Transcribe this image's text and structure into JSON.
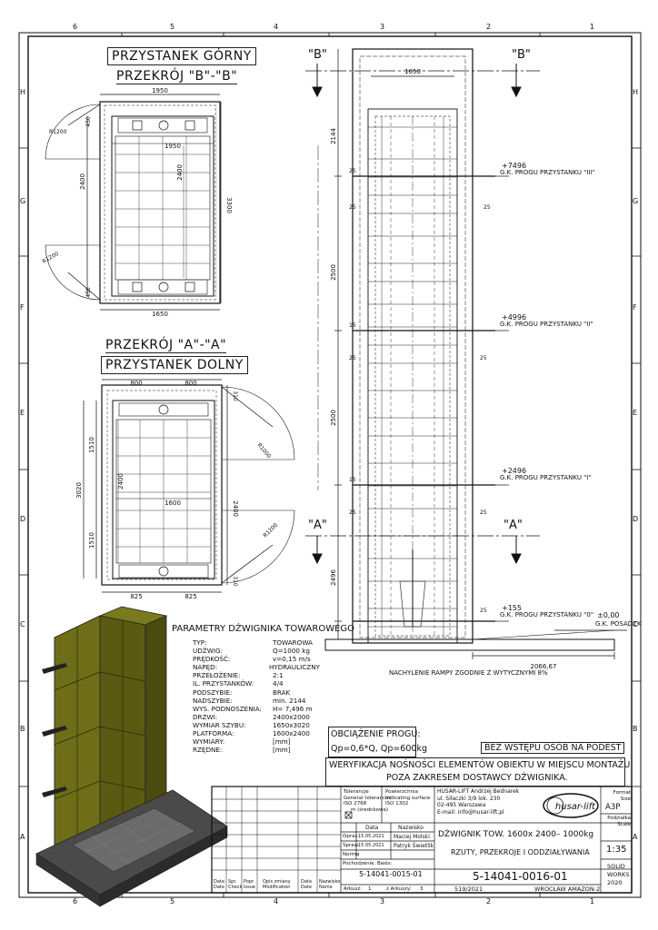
{
  "frame": {
    "cols_top": [
      "6",
      "5",
      "4",
      "3",
      "2",
      "1"
    ],
    "cols_bottom": [
      "6",
      "5",
      "4",
      "3",
      "2",
      "1"
    ],
    "rows": [
      "H",
      "G",
      "F",
      "E",
      "D",
      "C",
      "B",
      "A"
    ]
  },
  "views": {
    "top_stop_title": "PRZYSTANEK GÓRNY",
    "section_bb_title": "PRZEKRÓJ \"B\"-\"B\"",
    "section_aa_title": "PRZEKRÓJ \"A\"-\"A\"",
    "bottom_stop_title": "PRZYSTANEK DOLNY",
    "section_b_marker": "\"B\"",
    "section_a_marker": "\"A\""
  },
  "dims_top": {
    "width_outer": "1950",
    "width_inner": "1950",
    "height_main": "2400",
    "height_inner": "2400",
    "shaft_height": "3300",
    "top_gap": "450",
    "bottom_gap": "450",
    "platform_width": "1650",
    "radius1": "R1200",
    "radius2": "R1200"
  },
  "dims_bottom": {
    "half_left": "800",
    "half_right": "800",
    "top_gap": "310",
    "bottom_gap": "310",
    "left_upper": "1510",
    "left_lower": "1510",
    "total": "3020",
    "inner_height": "2400",
    "right_height": "2400",
    "platform_width": "1600",
    "bottom_left": "825",
    "bottom_right": "825",
    "radius1": "R1000",
    "radius2": "R1200"
  },
  "elevation": {
    "shaft_width": "1650",
    "overhead": "2144",
    "floor_spacing_1": "2500",
    "floor_spacing_2": "2500",
    "pit": "2496",
    "gap": "25",
    "gap_small": "15",
    "ramp_length": "2066,67",
    "ramp_note": "NACHYLENIE RAMPY ZGODNIE Z WYTYCZNYMI 8%",
    "levels": [
      {
        "elev": "+7496",
        "label": "G.K. PROGU PRZYSTANKU \"III\""
      },
      {
        "elev": "+4996",
        "label": "G.K. PROGU PRZYSTANKU \"II\""
      },
      {
        "elev": "+2496",
        "label": "G.K. PROGU PRZYSTANKU \"I\""
      },
      {
        "elev": "+155",
        "label": "G.K. PROGU PRZYSTANKU \"0\""
      }
    ],
    "floor_elev": "±0,00",
    "floor_label": "G.K. POSADZK"
  },
  "parameters": {
    "title": "PARAMETRY DŹWIGNIKA TOWAROWEGO",
    "rows": [
      {
        "k": "TYP:",
        "v": "TOWAROWA"
      },
      {
        "k": "UDŹWIG:",
        "v": "Q=1000 kg"
      },
      {
        "k": "PRĘDKOŚĆ:",
        "v": "v=0,15 m/s"
      },
      {
        "k": "NAPĘD:",
        "v": "HYDRAULICZNY"
      },
      {
        "k": "PRZEŁOŻENIE:",
        "v": "2:1"
      },
      {
        "k": "IL. PRZYSTANKÓW:",
        "v": "4/4"
      },
      {
        "k": "PODSZYBIE:",
        "v": "BRAK"
      },
      {
        "k": "NADSZYBIE:",
        "v": "min. 2144"
      },
      {
        "k": "WYS. PODNOSZENIA:",
        "v": "H= 7,496 m"
      },
      {
        "k": "DRZWI:",
        "v": "2400x2000"
      },
      {
        "k": "WYMIAR SZYBU:",
        "v": "1650x3020"
      },
      {
        "k": "PLATFORMA:",
        "v": "1600x2400"
      },
      {
        "k": "WYMIARY:",
        "v": "[mm]"
      },
      {
        "k": "RZĘDNE:",
        "v": "[mm]"
      }
    ]
  },
  "notes": {
    "load_title": "OBCIĄŻENIE PROGU:",
    "load_value": "Qp=0,6*Q, Qp=600kg",
    "no_persons": "BEZ WSTĘPU OSÓB NA PODEST",
    "verification_1": "WERYFIKACJA NOŚNOŚCI ELEMENTÓW OBIEKTU W MIEJSCU MONTAŻU",
    "verification_2": "POZA ZAKRESEM DOSTAWCY DŹWIGNIKA."
  },
  "title_block": {
    "tolerance_label": "Tolerancje",
    "tolerance_en": "General tolerances",
    "tolerance_iso": "ISO 2768",
    "tolerance_class": "m (średnkowa)",
    "surface_label": "Powierzchnia",
    "surface_en": "Indicating surface",
    "surface_iso": "ISO 1302",
    "company": "HUSAR-LIFT Andrzej Bednarek",
    "street": "ul. Siłaczki 3/9 lok. 230",
    "city": "02-495 Warszawa",
    "email": "E-mail: info@husar-lift.pl",
    "logo": "husar-lift",
    "col_data": "Data",
    "col_name": "Nazwisko",
    "opr_label": "Oprac.",
    "opr_date": "15.05.2021",
    "opr_name": "Maciej Molski",
    "spr_label": "Spraw.",
    "spr_date": "15.05.2021",
    "spr_name": "Patryk Świetlik",
    "norma": "Norma",
    "origin_label": "Pochodzenie. Basis:",
    "origin": "5-14041-0015-01",
    "sheet_label": "Arkusz:",
    "sheet": "1",
    "sheets_label": "z Arkuszy:",
    "sheets": "3",
    "description_1": "DŹWIGNIK TOW. 1600x 2400– 1000kg",
    "description_2": "RZUTY, PRZEKROJE I ODDZIAŁYWANIA",
    "drawing_no": "5-14041-0016-01",
    "order_no": "519/2021",
    "site": "WROCŁAW AMAZON-2",
    "format_label": "Format Size",
    "format": "A3P",
    "scale_label": "Podziałka Scale",
    "scale": "1:35",
    "software_1": "SOLID",
    "software_2": "WORKS",
    "software_3": "2020",
    "rev_cols": [
      "Data Date",
      "Spr. Check",
      "Popr. Issue",
      "Opis zmiany Modification",
      "Data Date",
      "Nazwisko Name"
    ]
  }
}
